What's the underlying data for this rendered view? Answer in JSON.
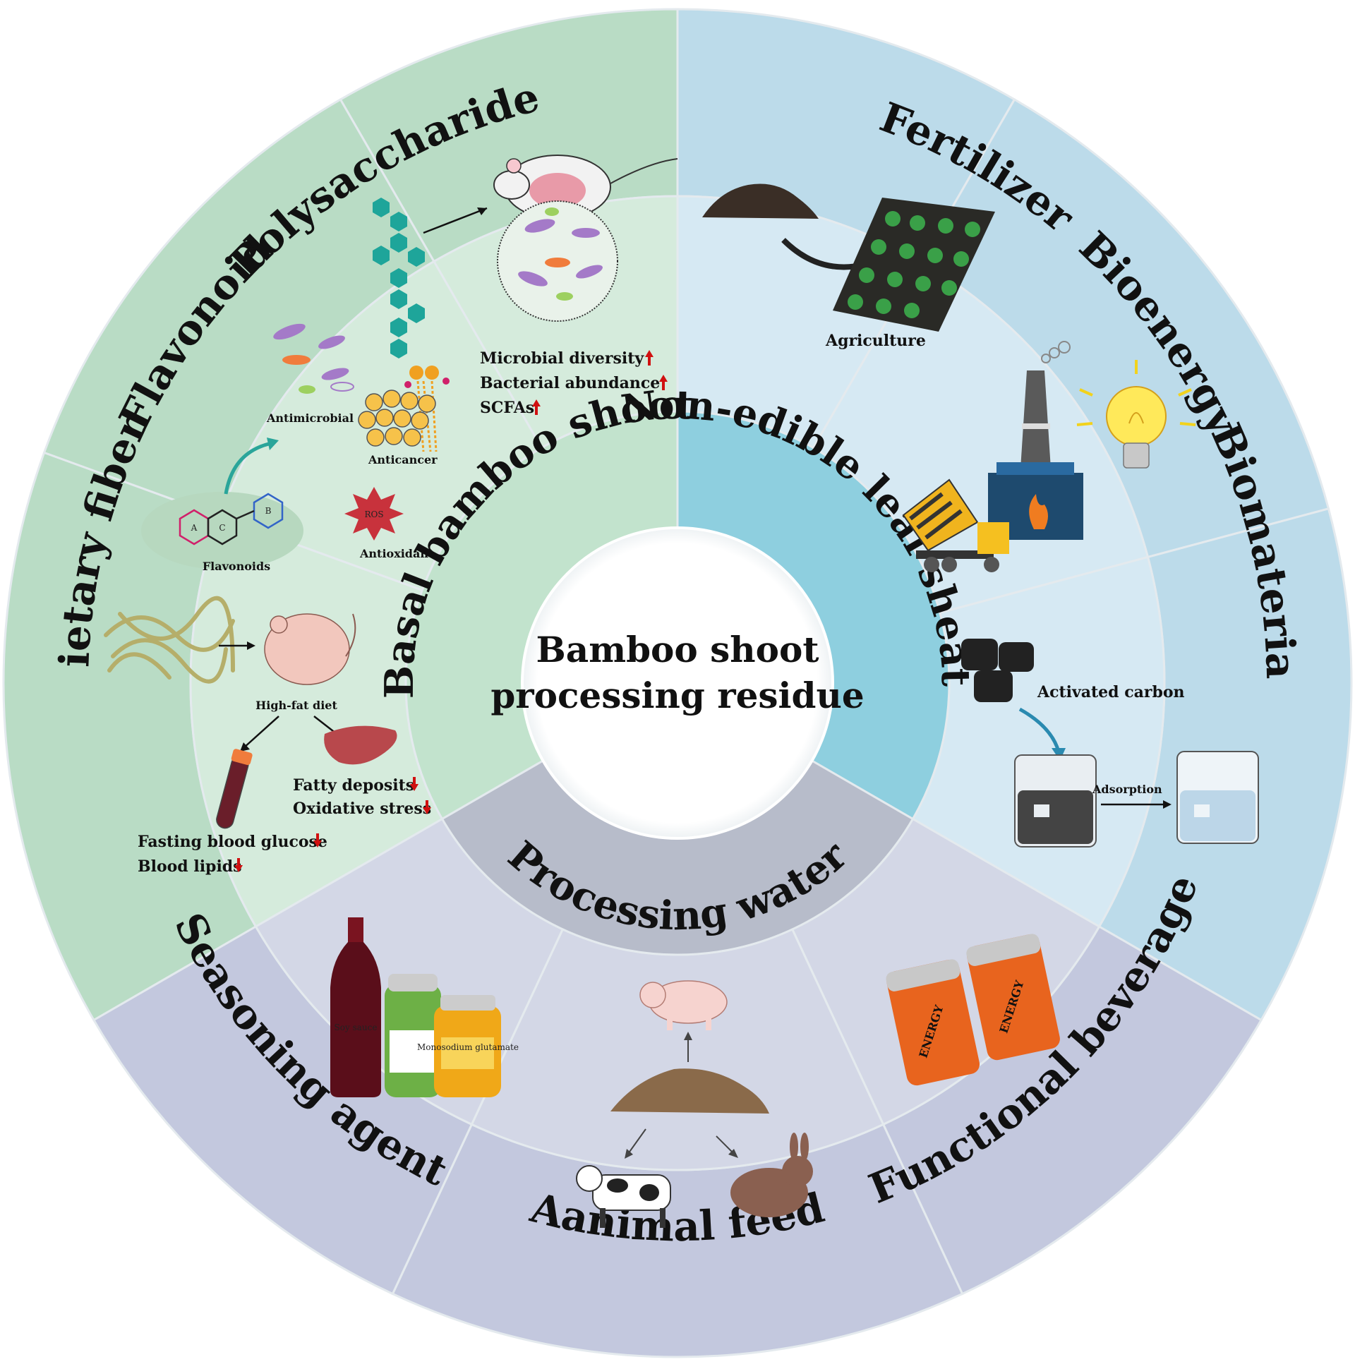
{
  "center": {
    "line1": "Bamboo shoot",
    "line2": "processing residue"
  },
  "ring": {
    "basal": "Basal bamboo shoot",
    "sheaths": "Non-edible leaf sheaths",
    "water": "Processing water"
  },
  "outer": {
    "polysaccharide": "Polysaccharide",
    "flavonoid": "Flavonoid",
    "dietary_fiber": "Dietary fiber",
    "fertilizer": "Fertilizer",
    "bioenergy": "Bioenergy",
    "biomaterial": "Biomaterial",
    "functional_beverage": "Functional beverage",
    "animal_feed": "Aanimal feed",
    "seasoning_agent": "Seasoning agent"
  },
  "notes": {
    "microbial_diversity": "Microbial diversity",
    "bacterial_abundance": "Bacterial abundance",
    "scfas": "SCFAs",
    "antimicrobial": "Antimicrobial",
    "anticancer": "Anticancer",
    "ros": "ROS",
    "antioxidant": "Antioxidant",
    "flavonoids": "Flavonoids",
    "ring_a": "A",
    "ring_b": "B",
    "ring_c": "C",
    "high_fat_diet": "High-fat diet",
    "fatty_deposits": "Fatty deposits",
    "oxidative_stress": "Oxidative stress",
    "fasting_blood_glucose": "Fasting blood glucose",
    "blood_lipids": "Blood lipids",
    "agriculture": "Agriculture",
    "activated_carbon": "Activated carbon",
    "adsorption": "Adsorption",
    "energy": "ENERGY",
    "soy_sauce": "Soy sauce",
    "monosodium_glutamate": "Monosodium glutamate"
  },
  "colors": {
    "green_outer": "#b9dcc5",
    "green_inner": "#d5ebdc",
    "blue_outer": "#bcdbea",
    "blue_inner": "#d6e9f3",
    "purple_outer": "#c3c8de",
    "purple_inner": "#d3d7e6",
    "ring_green": "#c2e3cd",
    "ring_blue": "#8ecfdf",
    "ring_gray": "#b7bcca"
  }
}
